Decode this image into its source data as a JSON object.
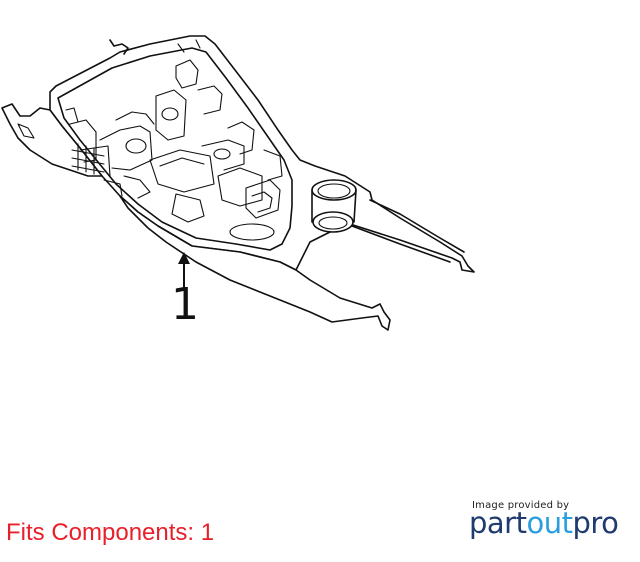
{
  "diagram": {
    "callout_number": "1"
  },
  "footer": {
    "fits_text": "Fits Components: 1",
    "credit_text": "Image provided by",
    "brand": {
      "part1": "part",
      "part2": "out",
      "part3": "pro"
    }
  },
  "colors": {
    "fits_text": "#e8202a",
    "brand_dark": "#1f3b70",
    "brand_light": "#2a9fe0",
    "line": "#111111"
  }
}
